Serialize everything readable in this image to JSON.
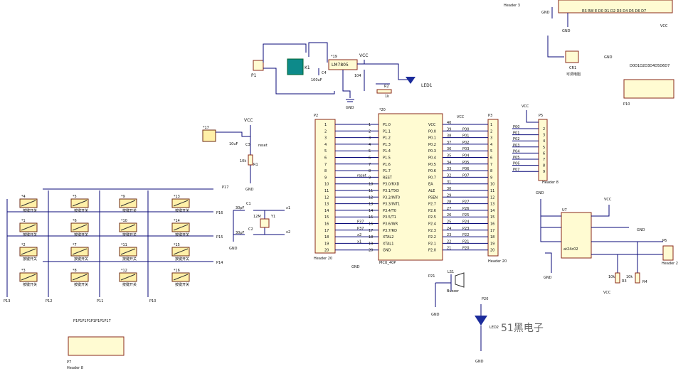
{
  "watermark": "51黑电子",
  "vcc": "VCC",
  "gnd": "GND",
  "mcu": {
    "ref": "*20",
    "part": "MCU_40P",
    "left_pins": [
      "1",
      "2",
      "3",
      "4",
      "5",
      "6",
      "7",
      "8",
      "9",
      "10",
      "11",
      "12",
      "13",
      "14",
      "15",
      "16",
      "17",
      "18",
      "19",
      "20"
    ],
    "left_names": [
      "P1.0",
      "P1.1",
      "P1.2",
      "P1.3",
      "P1.4",
      "P1.5",
      "P1.6",
      "P1.7",
      "REST",
      "P3.0/RXD",
      "P3.1/TXD",
      "P3.2/INT0",
      "P3.3/INT1",
      "P3.4/T0",
      "P3.5/T1",
      "P3.6/WR",
      "P3.7/RD",
      "XTAL2",
      "XTAL1",
      "GND"
    ],
    "right_pins": [
      "40",
      "39",
      "38",
      "37",
      "36",
      "35",
      "34",
      "33",
      "32",
      "31",
      "30",
      "29",
      "28",
      "27",
      "26",
      "25",
      "24",
      "23",
      "22",
      "21"
    ],
    "right_names": [
      "VCC",
      "P0.0",
      "P0.1",
      "P0.2",
      "P0.3",
      "P0.4",
      "P0.5",
      "P0.6",
      "P0.7",
      "EA",
      "ALE",
      "PSEN",
      "P2.7",
      "P2.6",
      "P2.5",
      "P2.4",
      "P2.3",
      "P2.2",
      "P2.1",
      "P2.0"
    ],
    "left_nets": [
      "",
      "",
      "",
      "",
      "",
      "",
      "",
      "",
      "reset",
      "",
      "",
      "",
      "",
      "",
      "",
      "P37",
      "P37",
      "x2",
      "x1",
      ""
    ],
    "right_nets": [
      "",
      "P00",
      "P01",
      "P02",
      "P03",
      "P04",
      "P05",
      "P06",
      "P07",
      "",
      "",
      "",
      "P27",
      "P26",
      "P25",
      "P24",
      "P23",
      "P22",
      "P21",
      "P20"
    ]
  },
  "p2": {
    "ref": "P2",
    "name": "Header 20"
  },
  "p3": {
    "ref": "P3",
    "name": "Header 20"
  },
  "p5": {
    "ref": "P5",
    "name": "Header 8",
    "nets": [
      "P00",
      "P01",
      "P02",
      "P03",
      "P04",
      "P05",
      "P06",
      "P07"
    ]
  },
  "p7": {
    "ref": "P7",
    "name": "Header 8",
    "top": "P1P1P1P1P1P1P1P17"
  },
  "p10": {
    "ref": "P10",
    "top": "D0D1D2D3D4D5D6D7"
  },
  "p6": {
    "ref": "P6",
    "name": "Header 2"
  },
  "header3": {
    "ref": "Header 3",
    "nets": "RS RW E D0 D1 D2 D3 D4 D5 D6 D7"
  },
  "power": {
    "p1": "P1",
    "k1": "K1",
    "reg_ref": "*19",
    "reg": "LM7805",
    "c4": "C4",
    "c4v": "100uF",
    "c5v": "104",
    "r2": "R2",
    "r2v": "1k",
    "led1": "LED1"
  },
  "reset": {
    "ref": "*17",
    "c3": "C3",
    "c3v": "10uF",
    "r1": "R1",
    "r1v": "10k",
    "net": "reset"
  },
  "crystal": {
    "c1": "C1",
    "c1v": "30pF",
    "c2": "C2",
    "c2v": "30pF",
    "xt": "12M",
    "y": "Y1",
    "x1": "x1",
    "x2": "x2"
  },
  "keys": {
    "rows": [
      "P17",
      "P16",
      "P15",
      "P14"
    ],
    "cols": [
      "P13",
      "P12",
      "P11",
      "P10"
    ],
    "refs": [
      "*4",
      "*5",
      "*9",
      "*13",
      "*1",
      "*6",
      "*10",
      "*14",
      "*2",
      "*7",
      "*11",
      "*15",
      "*3",
      "*8",
      "*12",
      "*16"
    ],
    "label": "按键开关"
  },
  "eeprom": {
    "ref": "U7",
    "part": "at24c02",
    "r3": "R3",
    "r4": "R4",
    "rv": "10k"
  },
  "buzzer": {
    "p21": "P21",
    "ls1": "LS1",
    "name": "Buzzer"
  },
  "led2": {
    "p20": "P20",
    "ref": "LED2"
  },
  "pot": {
    "ref": "CR1",
    "label": "可调电阻"
  }
}
